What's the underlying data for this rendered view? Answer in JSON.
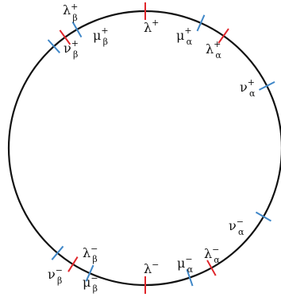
{
  "colors": {
    "circle": "#111111",
    "lambda_tick": "#e0262b",
    "mu_nu_tick": "#3f87c8",
    "text": "#111111"
  },
  "labels": {
    "lambda_plus": {
      "base": "λ",
      "sup": "+",
      "sub": ""
    },
    "mu_alpha_plus": {
      "base": "μ",
      "sup": "+",
      "sub": "α"
    },
    "lambda_alpha_plus": {
      "base": "λ",
      "sup": "+",
      "sub": "α"
    },
    "nu_alpha_plus": {
      "base": "ν",
      "sup": "+",
      "sub": "α"
    },
    "lambda_beta_plus": {
      "base": "λ",
      "sup": "+",
      "sub": "β"
    },
    "mu_beta_plus": {
      "base": "μ",
      "sup": "+",
      "sub": "β"
    },
    "nu_beta_plus": {
      "base": "ν",
      "sup": "+",
      "sub": "β"
    },
    "lambda_minus": {
      "base": "λ",
      "sup": "−",
      "sub": ""
    },
    "mu_alpha_minus": {
      "base": "μ",
      "sup": "−",
      "sub": "α"
    },
    "lambda_alpha_minus": {
      "base": "λ",
      "sup": "−",
      "sub": "α"
    },
    "nu_alpha_minus": {
      "base": "ν",
      "sup": "−",
      "sub": "α"
    },
    "lambda_beta_minus": {
      "base": "λ",
      "sup": "−",
      "sub": "β"
    },
    "mu_beta_minus": {
      "base": "μ",
      "sup": "−",
      "sub": "β"
    },
    "nu_beta_minus": {
      "base": "ν",
      "sup": "−",
      "sub": "β"
    }
  }
}
